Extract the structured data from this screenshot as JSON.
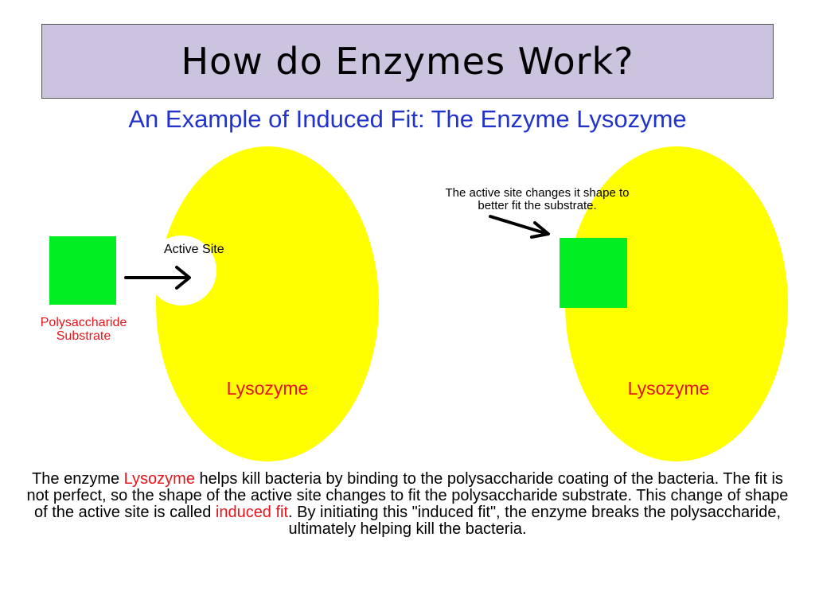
{
  "slide": {
    "title": "How do Enzymes Work?",
    "subtitle": "An Example of Induced Fit: The Enzyme Lysozyme"
  },
  "diagram": {
    "left": {
      "active_site_label": "Active Site",
      "substrate_label_line1": "Polysaccharide",
      "substrate_label_line2": "Substrate",
      "enzyme_label": "Lysozyme"
    },
    "right": {
      "annotation_line1": "The active site changes it shape to",
      "annotation_line2": "better fit the substrate.",
      "enzyme_label": "Lysozyme"
    },
    "colors": {
      "enzyme": "#ffff00",
      "substrate": "#00ee22",
      "highlight_text": "#e8141a",
      "subtitle_text": "#2233cc",
      "title_background": "#ccc3df"
    }
  },
  "description": {
    "part1": "The enzyme ",
    "highlight1": "Lysozyme",
    "part2": " helps kill bacteria by binding to the polysaccharide coating of the bacteria. The fit is not perfect, so the shape of the active site changes to fit the polysaccharide substrate. This change of shape of the active site is called ",
    "highlight2": "induced fit",
    "part3": ". By initiating this \"induced fit\", the enzyme breaks the polysaccharide, ultimately helping kill the bacteria."
  }
}
